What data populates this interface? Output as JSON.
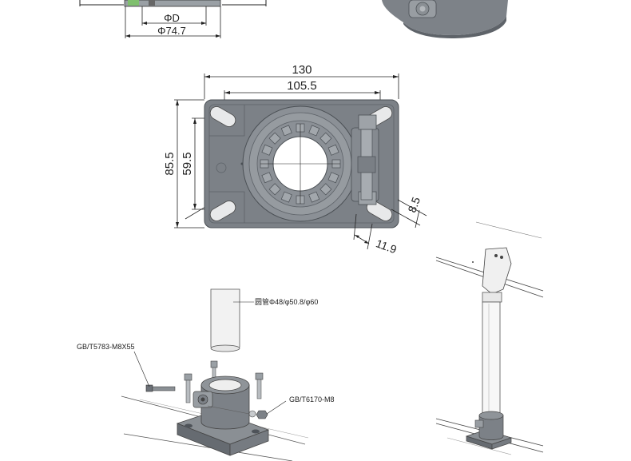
{
  "top_view": {
    "dim_d": "ΦD",
    "dim_outer": "Φ74.7"
  },
  "plan_view": {
    "width_total": "130",
    "width_holes": "105.5",
    "height_total": "85.5",
    "height_holes": "59.5",
    "slot_width": "8.5",
    "slot_length": "11.9"
  },
  "assembly": {
    "tube_label": "圆管Φ48/φ50.8/φ60",
    "bolt_label": "GB/T5783-M8X55",
    "nut_label": "GB/T6170-M8"
  },
  "colors": {
    "part_fill": "#7c8187",
    "part_dark": "#5d6268",
    "part_light": "#a4a9ae",
    "line": "#222222"
  }
}
